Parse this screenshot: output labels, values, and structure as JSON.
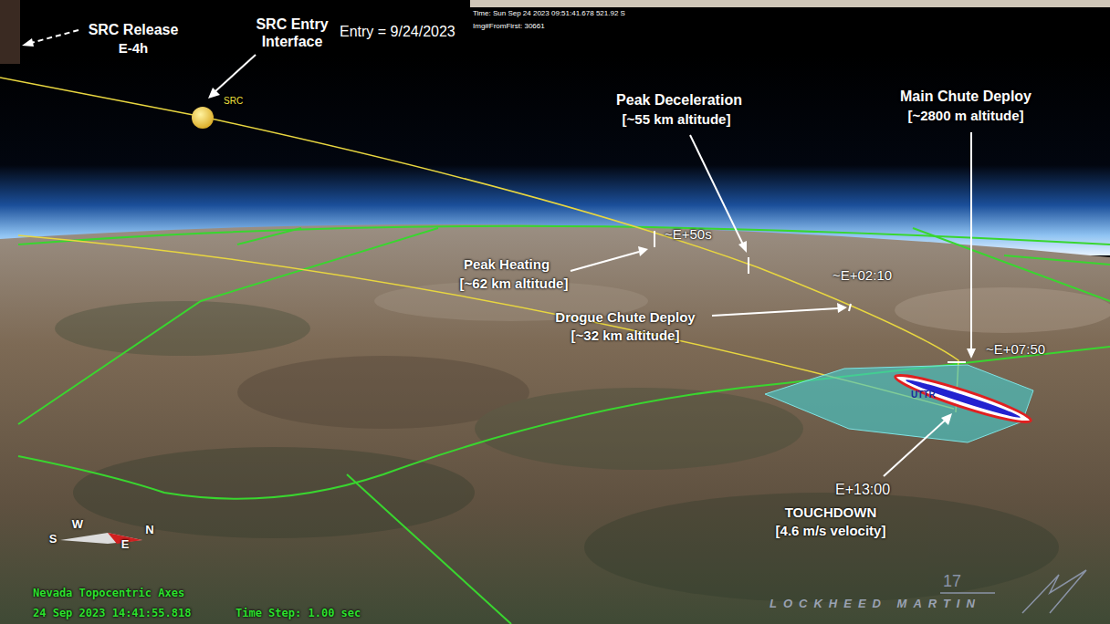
{
  "diagram": {
    "labels": [
      "SRC Release",
      "E-4h",
      "SRC Entry",
      "Interface",
      "Entry = 9/24/2023",
      "Time: Sun Sep 24 2023 09:51:41.678 521.92 S",
      "Img#FromFirst: 30661",
      "SRC",
      "Peak Deceleration",
      "[~55 km altitude]",
      "Main Chute Deploy",
      "[~2800 m altitude]",
      "~E+50s",
      "Peak Heating",
      "[~62 km altitude]",
      "~E+02:10",
      "Drogue Chute Deploy",
      "[~32 km altitude]",
      "~E+07:50",
      "UTTR",
      "E+13:00",
      "TOUCHDOWN",
      "[4.6 m/s velocity]",
      "S",
      "W",
      "E",
      "N",
      "Nevada Topocentric Axes",
      "24 Sep 2023 14:41:55.818",
      "Time Step: 1.00 sec",
      "17",
      "LOCKHEED MARTIN"
    ]
  }
}
